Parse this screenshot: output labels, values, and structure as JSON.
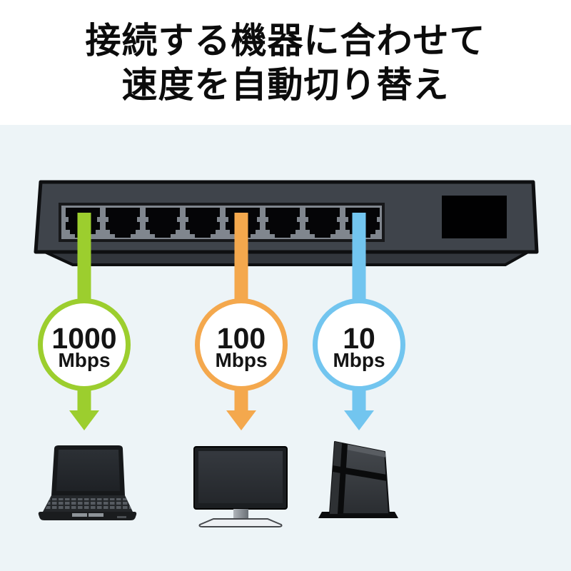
{
  "title": {
    "line1": "接続する機器に合わせて",
    "line2": "速度を自動切り替え"
  },
  "switch": {
    "port_count": 8
  },
  "speeds": [
    {
      "value": "1000",
      "unit": "Mbps",
      "color": "#9CCE2E",
      "device": "laptop"
    },
    {
      "value": "100",
      "unit": "Mbps",
      "color": "#F4A84D",
      "device": "desktop-monitor"
    },
    {
      "value": "10",
      "unit": "Mbps",
      "color": "#72C5EF",
      "device": "game-console"
    }
  ],
  "colors": {
    "background_upper": "#FFFFFF",
    "background_lower": "#EDF4F7",
    "switch_body": "#3F444B",
    "switch_underside": "#32363C",
    "port_panel": "#80868E",
    "port_jack": "#050507",
    "title_text": "#0C0C0C"
  }
}
